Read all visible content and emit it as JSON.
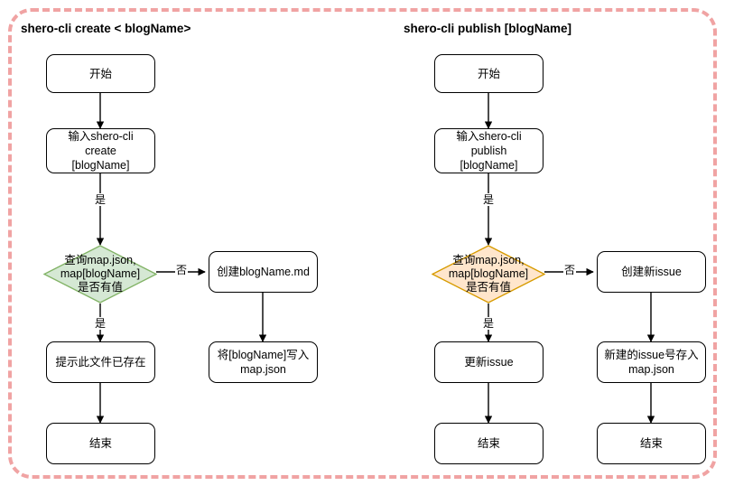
{
  "frame": {
    "border_color": "#f0a3a3",
    "border_style": "dashed"
  },
  "diagram": {
    "type": "flowchart",
    "columns": [
      {
        "title": "shero-cli create < blogName>",
        "nodes": [
          {
            "id": "start",
            "shape": "rounded-rect",
            "text": "开始"
          },
          {
            "id": "input",
            "shape": "rounded-rect",
            "text": "输入shero-cli create\n[blogName]"
          },
          {
            "id": "decide",
            "shape": "diamond",
            "text": "查询map.json,\nmap[blogName]\n是否有值",
            "fill": "#d5e8d4",
            "stroke": "#82b366"
          },
          {
            "id": "yes1",
            "shape": "rounded-rect",
            "text": "提示此文件已存在"
          },
          {
            "id": "end1",
            "shape": "rounded-rect",
            "text": "结束"
          },
          {
            "id": "no1",
            "shape": "rounded-rect",
            "text": "创建blogName.md"
          },
          {
            "id": "no2",
            "shape": "rounded-rect",
            "text": "将[blogName]写入\nmap.json"
          }
        ],
        "edges": [
          {
            "from": "start",
            "to": "input",
            "label": ""
          },
          {
            "from": "input",
            "to": "decide",
            "label": "是"
          },
          {
            "from": "decide",
            "to": "yes1",
            "label": "是"
          },
          {
            "from": "decide",
            "to": "no1",
            "label": "否"
          },
          {
            "from": "yes1",
            "to": "end1",
            "label": ""
          },
          {
            "from": "no1",
            "to": "no2",
            "label": ""
          }
        ]
      },
      {
        "title": "shero-cli publish [blogName]",
        "nodes": [
          {
            "id": "start",
            "shape": "rounded-rect",
            "text": "开始"
          },
          {
            "id": "input",
            "shape": "rounded-rect",
            "text": "输入shero-cli publish\n[blogName]"
          },
          {
            "id": "decide",
            "shape": "diamond",
            "text": "查询map.json,\nmap[blogName]\n是否有值",
            "fill": "#ffe6cc",
            "stroke": "#d79b00"
          },
          {
            "id": "yes1",
            "shape": "rounded-rect",
            "text": "更新issue"
          },
          {
            "id": "end1",
            "shape": "rounded-rect",
            "text": "结束"
          },
          {
            "id": "no1",
            "shape": "rounded-rect",
            "text": "创建新issue"
          },
          {
            "id": "no2",
            "shape": "rounded-rect",
            "text": "新建的issue号存入\nmap.json"
          },
          {
            "id": "end2",
            "shape": "rounded-rect",
            "text": "结束"
          }
        ],
        "edges": [
          {
            "from": "start",
            "to": "input",
            "label": ""
          },
          {
            "from": "input",
            "to": "decide",
            "label": "是"
          },
          {
            "from": "decide",
            "to": "yes1",
            "label": "是"
          },
          {
            "from": "decide",
            "to": "no1",
            "label": "否"
          },
          {
            "from": "yes1",
            "to": "end1",
            "label": ""
          },
          {
            "from": "no1",
            "to": "no2",
            "label": ""
          },
          {
            "from": "no2",
            "to": "end2",
            "label": ""
          }
        ]
      }
    ]
  },
  "labels": {
    "left_title": "shero-cli create < blogName>",
    "right_title": "shero-cli publish [blogName]",
    "l_start": "开始",
    "l_input": "输入shero-cli create\n[blogName]",
    "l_decide": "查询map.json,\nmap[blogName]\n是否有值",
    "l_yes_edge_1": "是",
    "l_yes_edge_2": "是",
    "l_no_edge": "否",
    "l_exists": "提示此文件已存在",
    "l_end": "结束",
    "l_create_md": "创建blogName.md",
    "l_write_map": "将[blogName]写入\nmap.json",
    "r_start": "开始",
    "r_input": "输入shero-cli publish\n[blogName]",
    "r_decide": "查询map.json,\nmap[blogName]\n是否有值",
    "r_yes_edge_1": "是",
    "r_yes_edge_2": "是",
    "r_no_edge": "否",
    "r_update_issue": "更新issue",
    "r_end_left": "结束",
    "r_create_issue": "创建新issue",
    "r_store_map": "新建的issue号存入\nmap.json",
    "r_end_right": "结束"
  }
}
